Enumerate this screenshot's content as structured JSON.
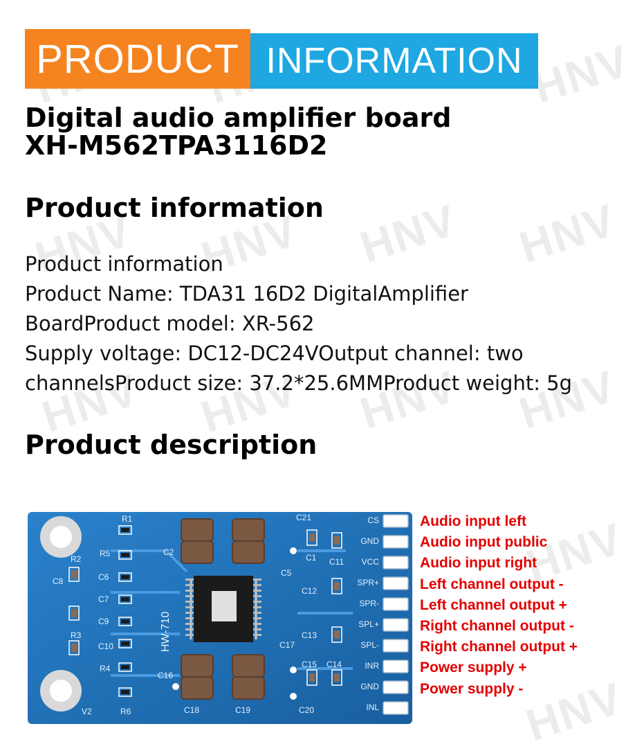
{
  "header": {
    "left": "PRODUCT",
    "right": "INFORMATION"
  },
  "title": {
    "line1": "Digital audio amplifier board",
    "line2": "XH-M562TPA3116D2"
  },
  "section_info_heading": "Product information",
  "info_lines": [
    "Product information",
    "Product Name: TDA31 16D2 DigitalAmplifier",
    "BoardProduct model: XR-562",
    "Supply voltage: DC12-DC24VOutput channel: two",
    "channelsProduct size: 37.2*25.6MMProduct weight: 5g"
  ],
  "section_desc_heading": "Product description",
  "watermark": "HNV",
  "board": {
    "model": "HW-710",
    "pins": [
      "CS",
      "GND",
      "VCC",
      "SPR+",
      "SPR-",
      "SPL+",
      "SPL-",
      "INR",
      "GND",
      "INL"
    ],
    "components": [
      "R1",
      "R5",
      "R2",
      "R3",
      "R4",
      "R6",
      "C21",
      "C2",
      "C1",
      "C11",
      "C5",
      "C8",
      "C6",
      "C7",
      "C9",
      "C10",
      "C12",
      "C13",
      "C16",
      "C15",
      "C14",
      "C17",
      "C18",
      "C19",
      "C20",
      "V2"
    ]
  },
  "pin_labels": [
    "Audio input left",
    "Audio input public",
    "Audio input right",
    "Left channel output -",
    "Left channel output +",
    "Right channel output -",
    "Right channel output +",
    "Power supply +",
    "Power supply -"
  ],
  "colors": {
    "orange": "#f5831f",
    "blue": "#1ea7e1",
    "pcb": "#1f6fb8",
    "label_red": "#e30000"
  }
}
